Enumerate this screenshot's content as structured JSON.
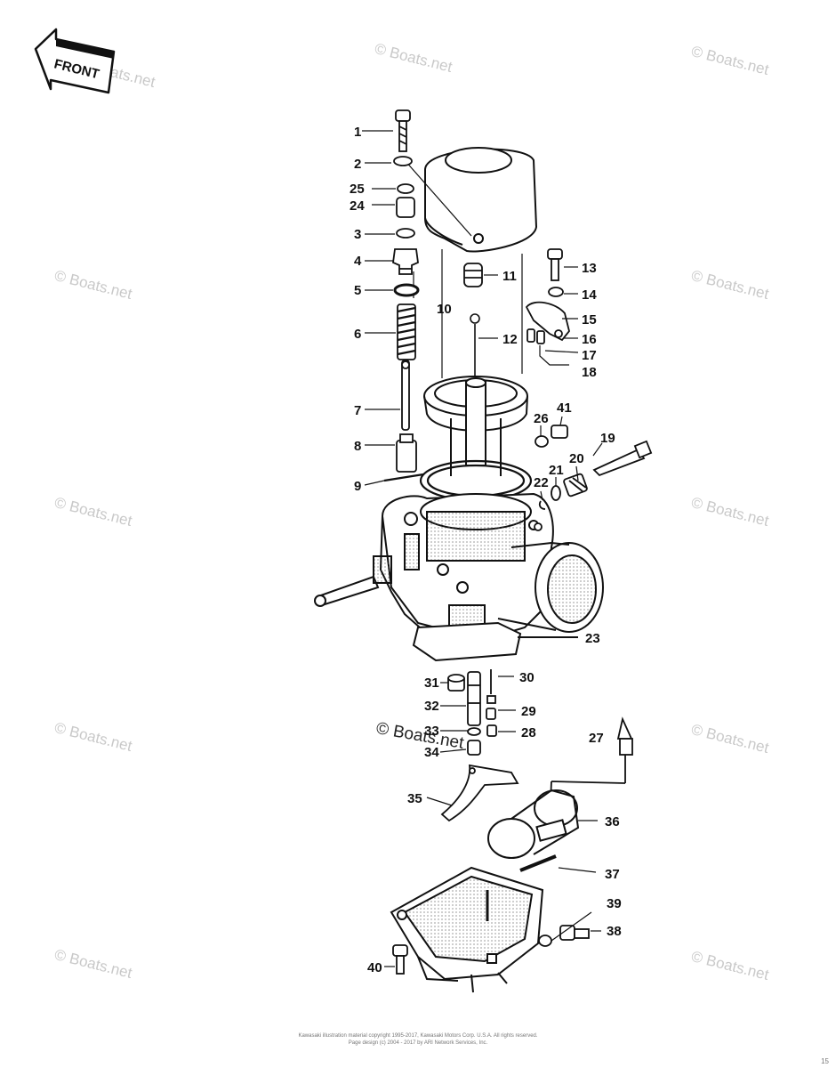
{
  "front_label": "FRONT",
  "watermark": "© Boats.net",
  "callouts": [
    {
      "id": "c1",
      "text": "1"
    },
    {
      "id": "c2",
      "text": "2"
    },
    {
      "id": "c25",
      "text": "25"
    },
    {
      "id": "c24",
      "text": "24"
    },
    {
      "id": "c3",
      "text": "3"
    },
    {
      "id": "c4",
      "text": "4"
    },
    {
      "id": "c5",
      "text": "5"
    },
    {
      "id": "c10",
      "text": "10"
    },
    {
      "id": "c6",
      "text": "6"
    },
    {
      "id": "c7",
      "text": "7"
    },
    {
      "id": "c8",
      "text": "8"
    },
    {
      "id": "c9",
      "text": "9"
    },
    {
      "id": "c11",
      "text": "11"
    },
    {
      "id": "c12",
      "text": "12"
    },
    {
      "id": "c13",
      "text": "13"
    },
    {
      "id": "c14",
      "text": "14"
    },
    {
      "id": "c15",
      "text": "15"
    },
    {
      "id": "c16",
      "text": "16"
    },
    {
      "id": "c17",
      "text": "17"
    },
    {
      "id": "c18",
      "text": "18"
    },
    {
      "id": "c19",
      "text": "19"
    },
    {
      "id": "c20",
      "text": "20"
    },
    {
      "id": "c21",
      "text": "21"
    },
    {
      "id": "c22",
      "text": "22"
    },
    {
      "id": "c26",
      "text": "26"
    },
    {
      "id": "c41",
      "text": "41"
    },
    {
      "id": "c23",
      "text": "23"
    },
    {
      "id": "c31",
      "text": "31"
    },
    {
      "id": "c30",
      "text": "30"
    },
    {
      "id": "c32",
      "text": "32"
    },
    {
      "id": "c29",
      "text": "29"
    },
    {
      "id": "c33",
      "text": "33"
    },
    {
      "id": "c28",
      "text": "28"
    },
    {
      "id": "c34",
      "text": "34"
    },
    {
      "id": "c27",
      "text": "27"
    },
    {
      "id": "c35",
      "text": "35"
    },
    {
      "id": "c36",
      "text": "36"
    },
    {
      "id": "c37",
      "text": "37"
    },
    {
      "id": "c39",
      "text": "39"
    },
    {
      "id": "c38",
      "text": "38"
    },
    {
      "id": "c40",
      "text": "40"
    }
  ],
  "copyright_line1": "Kawasaki illustration material copyright 1995-2017, Kawasaki Motors Corp. U.S.A. All rights reserved.",
  "copyright_line2": "Page design (c) 2004 - 2017 by ARI Network Services, Inc.",
  "page_number": "15"
}
